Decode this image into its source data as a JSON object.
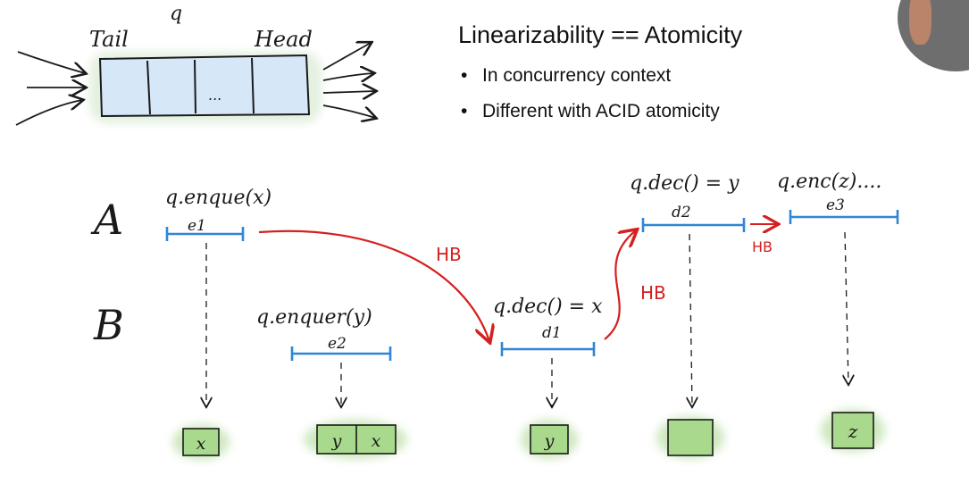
{
  "header": {
    "title": "Linearizability == Atomicity",
    "bullets": [
      "In concurrency context",
      "Different with ACID atomicity"
    ]
  },
  "queue": {
    "name": "q",
    "tail_label": "Tail",
    "head_label": "Head",
    "ellipsis": "..."
  },
  "threads": {
    "a": "A",
    "b": "B"
  },
  "operations": {
    "e1": {
      "call": "q.enque(x)",
      "id": "e1"
    },
    "e2": {
      "call": "q.enquer(y)",
      "id": "e2"
    },
    "d1": {
      "call": "q.dec() = x",
      "id": "d1"
    },
    "d2": {
      "call": "q.dec() = y",
      "id": "d2"
    },
    "e3": {
      "call": "q.enc(z)....",
      "id": "e3"
    }
  },
  "relations": {
    "hb": "HB"
  },
  "states": {
    "s1": [
      "x"
    ],
    "s2": [
      "y",
      "x"
    ],
    "s3": [
      "y"
    ],
    "s4": [],
    "s5": [
      "z"
    ]
  },
  "colors": {
    "queue_fill": "#d6e7f8",
    "interval": "#2f86d6",
    "hb": "#d42020",
    "state_fill": "#a9d98c"
  }
}
